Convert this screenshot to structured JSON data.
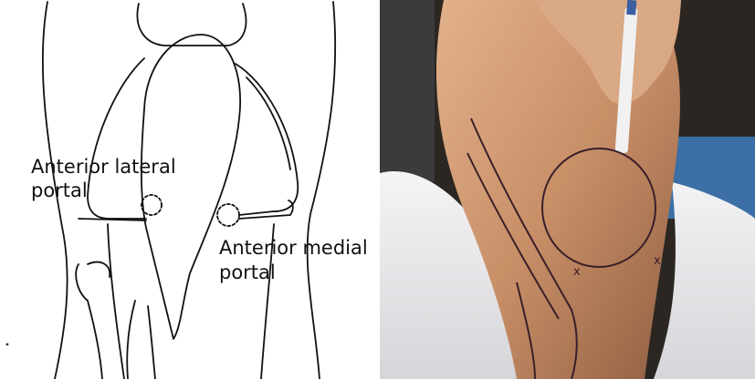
{
  "diagram": {
    "labels": {
      "lateral_portal": [
        "Anterior lateral",
        "portal"
      ],
      "medial_portal": [
        "Anterior medial",
        "portal"
      ]
    },
    "colors": {
      "ink": "#111111",
      "background": "#ffffff"
    }
  },
  "photo": {
    "marker_marks": [
      "x",
      "x"
    ],
    "colors": {
      "skin": "#c9956c",
      "drape": "#e9e9ec",
      "marker_ink": "#3a1f2a"
    }
  }
}
